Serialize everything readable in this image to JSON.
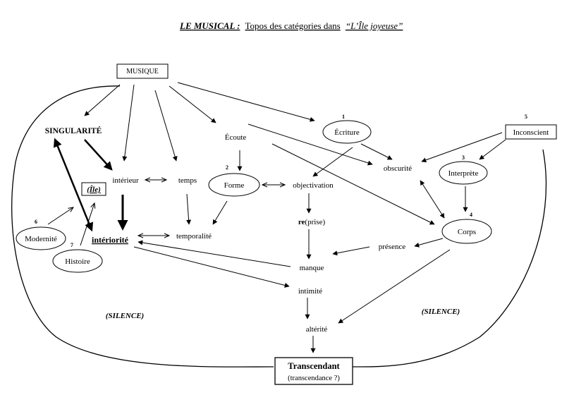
{
  "title": {
    "bold_part": "LE MUSICAL :",
    "regular_part": "Topos des catégories dans",
    "italic_part": "“L’Île joyeuse”"
  },
  "nodes": {
    "musique": "MUSIQUE",
    "singularite": "SINGULARITÉ",
    "interieur": "intérieur",
    "temps": "temps",
    "ecoute": "Écoute",
    "ecriture": "Écriture",
    "obscurite": "obscurité",
    "inconscient": "Inconscient",
    "interprete": "Interprète",
    "forme": "Forme",
    "objectivation": "objectivation",
    "ile": "(Île)",
    "modernite": "Modernité",
    "histoire": "Histoire",
    "interiorite": "intériorité",
    "temporalite": "temporalité",
    "reprise_bold": "re",
    "reprise_rest": "(prise)",
    "corps": "Corps",
    "presence": "présence",
    "manque": "manque",
    "intimite": "intimité",
    "alterite": "altérité",
    "transcendant": "Transcendant",
    "transcendance": "(transcendance ?)"
  },
  "numbers": {
    "n1": "1",
    "n2": "2",
    "n3": "3",
    "n4": "4",
    "n5": "5",
    "n6": "6",
    "n7": "7"
  },
  "silence_left": "(SILENCE)",
  "silence_right": "(SILENCE)"
}
